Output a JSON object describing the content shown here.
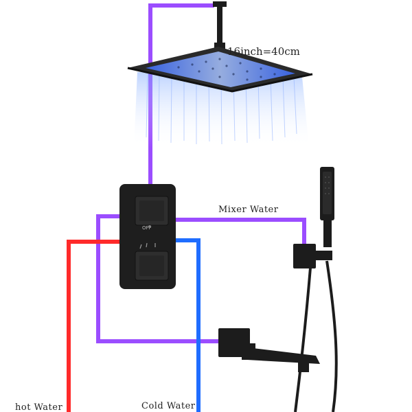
{
  "labels": {
    "size": "16inch=40cm",
    "mixer": "Mixer Water",
    "hot": "hot Water",
    "cold": "Cold Water"
  },
  "valve": {
    "off_label": "OFF"
  },
  "colors": {
    "mixer_pipe": "#9b4dff",
    "hot_pipe": "#ff2a2a",
    "cold_pipe": "#1f6dff",
    "fixture": "#1c1c1c",
    "led_glow": "#4f86ff"
  }
}
